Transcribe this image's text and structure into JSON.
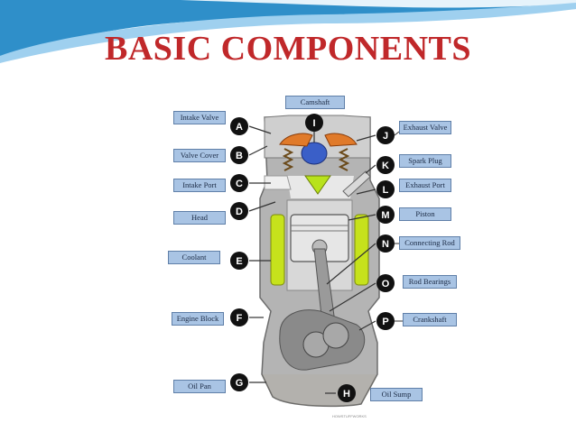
{
  "title": "BASIC COMPONENTS",
  "labels": {
    "camshaft": "Camshaft",
    "intake_valve": "Intake Valve",
    "valve_cover": "Valve Cover",
    "intake_port": "Intake Port",
    "head": "Head",
    "coolant": "Coolant",
    "engine_block": "Engine Block",
    "oil_pan": "Oil Pan",
    "exhaust_valve": "Exhaust Valve",
    "spark_plug": "Spark Plug",
    "exhaust_port": "Exhaust Port",
    "piston": "Piston",
    "connecting_rod": "Connecting Rod",
    "rod_bearings": "Rod Bearings",
    "crankshaft": "Crankshaft",
    "oil_sump": "Oil Sump"
  },
  "markers": {
    "a": "A",
    "b": "B",
    "c": "C",
    "d": "D",
    "e": "E",
    "f": "F",
    "g": "G",
    "h": "H",
    "i": "I",
    "j": "J",
    "k": "K",
    "l": "L",
    "m": "M",
    "n": "N",
    "o": "O",
    "p": "P"
  },
  "credit": "HOWSTUFFWORKS",
  "colors": {
    "title": "#c0282a",
    "label_bg": "#a9c4e4",
    "marker": "#111111",
    "coolant": "#c6e21c",
    "oil": "#f3d77a",
    "engine_gray": "#9a9a9a"
  }
}
